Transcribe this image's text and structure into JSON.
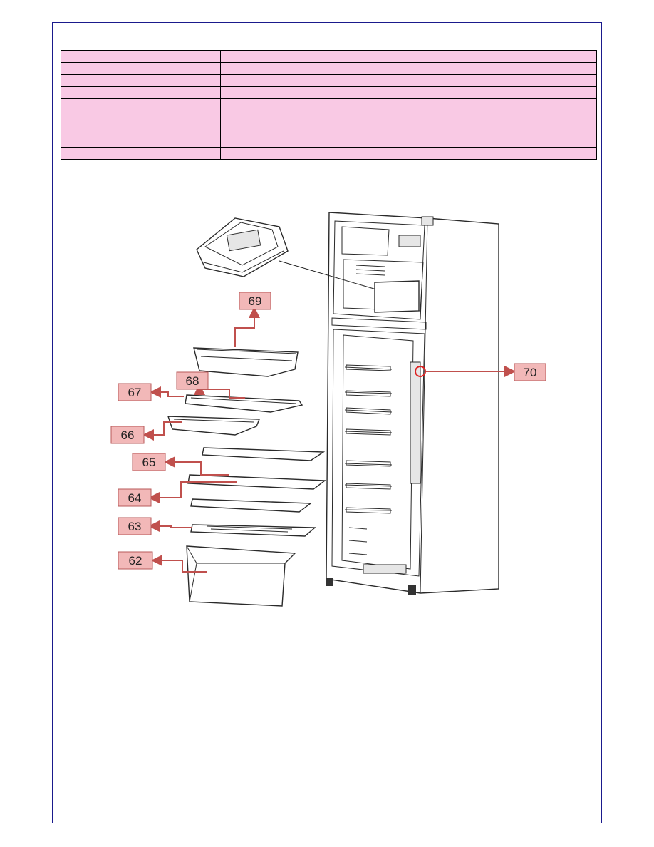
{
  "table": {
    "rows": 9,
    "columns": 4
  },
  "callouts": [
    {
      "id": "c69",
      "label": "69"
    },
    {
      "id": "c68",
      "label": "68"
    },
    {
      "id": "c67",
      "label": "67"
    },
    {
      "id": "c66",
      "label": "66"
    },
    {
      "id": "c65",
      "label": "65"
    },
    {
      "id": "c64",
      "label": "64"
    },
    {
      "id": "c63",
      "label": "63"
    },
    {
      "id": "c62",
      "label": "62"
    },
    {
      "id": "c70",
      "label": "70"
    }
  ],
  "colors": {
    "table_fill": "#f9c9e4",
    "callout_fill": "#f2b8b8",
    "arrow": "#c0504d",
    "frame": "#1a1a8c"
  }
}
